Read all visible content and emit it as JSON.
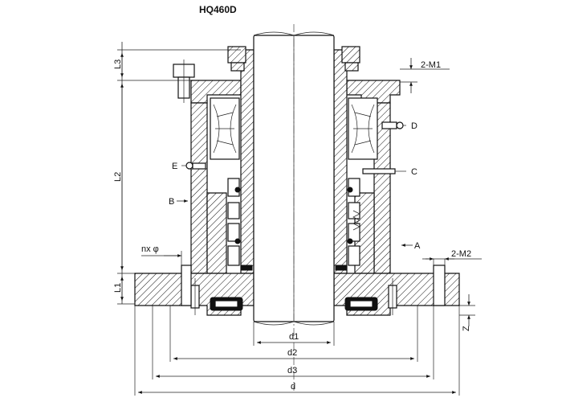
{
  "title": "HQ460D",
  "labels": {
    "l3": "L3",
    "l2": "L2",
    "l1": "L1",
    "m1": "2-M1",
    "m2": "2-M2",
    "nx": "nx φ",
    "a": "A",
    "b": "B",
    "c": "C",
    "d_port": "D",
    "e": "E",
    "z": "Z",
    "d1": "d1",
    "d2": "d2",
    "d3": "d3",
    "d": "d"
  }
}
